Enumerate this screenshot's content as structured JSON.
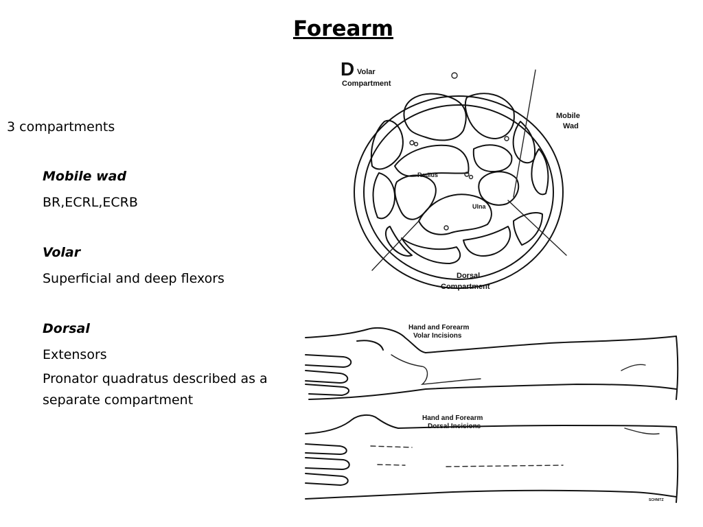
{
  "slide": {
    "title": "Forearm",
    "intro": "3 compartments",
    "sections": [
      {
        "heading": "Mobile wad",
        "lines": [
          "BR,ECRL,ECRB"
        ]
      },
      {
        "heading": "Volar",
        "lines": [
          "Superficial and deep flexors"
        ]
      },
      {
        "heading": "Dorsal",
        "lines": [
          "Extensors",
          "Pronator quadratus described as a",
          "separate compartment"
        ]
      }
    ]
  },
  "cross_section": {
    "panel_letter": "D",
    "labels": {
      "volar_1": "Volar",
      "volar_2": "Compartment",
      "mobile_1": "Mobile",
      "mobile_2": "Wad",
      "radius": "Radius",
      "ulna": "Ulna",
      "dorsal_1": "Dorsal",
      "dorsal_2": "Compartment"
    }
  },
  "incisions": {
    "volar_1": "Hand and Forearm",
    "volar_2": "Volar Incisions",
    "dorsal_1": "Hand and Forearm",
    "dorsal_2": "Dorsal Incisions",
    "artist": "SCHNITZ"
  }
}
